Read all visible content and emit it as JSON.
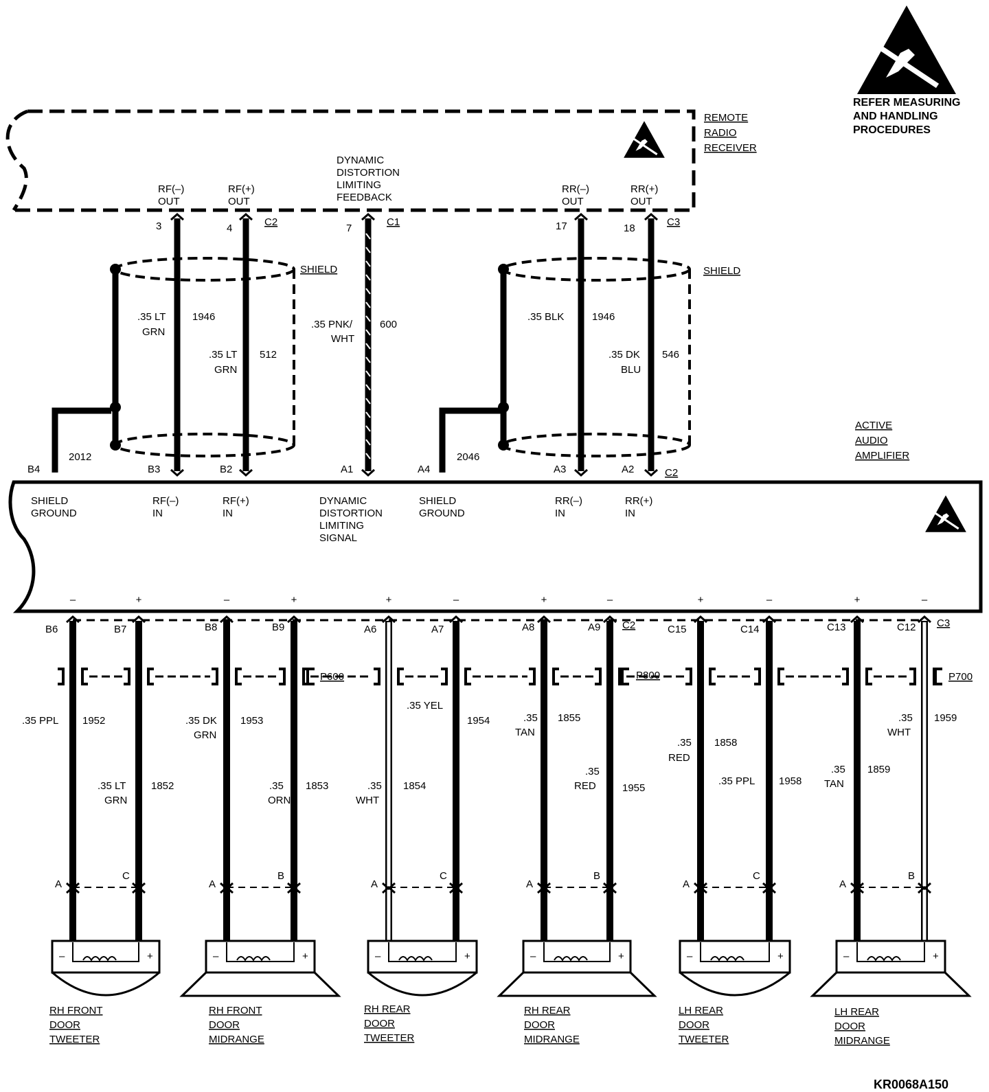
{
  "esd_notice": {
    "lines": [
      "REFER MEASURING",
      "AND HANDLING",
      "PROCEDURES"
    ]
  },
  "receiver": {
    "name_lines": [
      "REMOTE",
      "RADIO",
      "RECEIVER"
    ],
    "pins": [
      {
        "label": [
          "RF(–)",
          "OUT"
        ],
        "num": "3"
      },
      {
        "label": [
          "RF(+)",
          "OUT"
        ],
        "num": "4"
      },
      {
        "label": [
          "DYNAMIC",
          "DISTORTION",
          "LIMITING",
          "FEEDBACK"
        ],
        "num": "7"
      },
      {
        "label": [
          "RR(–)",
          "OUT"
        ],
        "num": "17"
      },
      {
        "label": [
          "RR(+)",
          "OUT"
        ],
        "num": "18"
      }
    ],
    "connectors": [
      "C2",
      "C1",
      "C3"
    ]
  },
  "front_wires": [
    {
      "size_color": [
        ".35 LT",
        "GRN"
      ],
      "circuit": "1946"
    },
    {
      "size_color": [
        ".35 LT",
        "GRN"
      ],
      "circuit": "512"
    },
    {
      "size_color": [
        ".35 PNK/",
        "WHT"
      ],
      "circuit": "600"
    },
    {
      "size_color": [
        ".35 BLK"
      ],
      "circuit": "1946"
    },
    {
      "size_color": [
        ".35 DK",
        "BLU"
      ],
      "circuit": "546"
    }
  ],
  "shield_label": "SHIELD",
  "shield_circuits": [
    "2012",
    "2046"
  ],
  "amplifier": {
    "name_lines": [
      "ACTIVE",
      "AUDIO",
      "AMPLIFIER"
    ],
    "top_pins": [
      "B4",
      "B3",
      "B2",
      "A1",
      "A4",
      "A3",
      "A2"
    ],
    "top_connector": "C2",
    "inputs": [
      [
        "SHIELD",
        "GROUND"
      ],
      [
        "RF(–)",
        "IN"
      ],
      [
        "RF(+)",
        "IN"
      ],
      [
        "DYNAMIC",
        "DISTORTION",
        "LIMITING",
        "SIGNAL"
      ],
      [
        "SHIELD",
        "GROUND"
      ],
      [
        "RR(–)",
        "IN"
      ],
      [
        "RR(+)",
        "IN"
      ]
    ],
    "polarity": [
      "–",
      "+",
      "–",
      "+",
      "+",
      "–",
      "+",
      "–",
      "+",
      "–",
      "+",
      "–"
    ],
    "bottom_pins": [
      "B6",
      "B7",
      "B8",
      "B9",
      "A6",
      "A7",
      "A8",
      "A9",
      "C15",
      "C14",
      "C13",
      "C12"
    ],
    "bottom_connectors": [
      "C2",
      "C3"
    ]
  },
  "inline_connectors": [
    "P600",
    "P800",
    "P700"
  ],
  "speaker_wires": [
    {
      "size_color": [
        ".35 PPL"
      ],
      "circuit": "1952"
    },
    {
      "size_color": [
        ".35 LT",
        "GRN"
      ],
      "circuit": "1852"
    },
    {
      "size_color": [
        ".35 DK",
        "GRN"
      ],
      "circuit": "1953"
    },
    {
      "size_color": [
        ".35",
        "ORN"
      ],
      "circuit": "1853"
    },
    {
      "size_color": [
        ".35",
        "WHT"
      ],
      "circuit": "1854"
    },
    {
      "size_color": [
        ".35 YEL"
      ],
      "circuit": "1954"
    },
    {
      "size_color": [
        ".35",
        "TAN"
      ],
      "circuit": "1855"
    },
    {
      "size_color": [
        ".35",
        "RED"
      ],
      "circuit": "1955"
    },
    {
      "size_color": [
        ".35",
        "RED"
      ],
      "circuit": "1858"
    },
    {
      "size_color": [
        ".35 PPL"
      ],
      "circuit": "1958"
    },
    {
      "size_color": [
        ".35",
        "TAN"
      ],
      "circuit": "1859"
    },
    {
      "size_color": [
        ".35",
        "WHT"
      ],
      "circuit": "1959"
    }
  ],
  "speakers": [
    {
      "name": [
        "RH FRONT",
        "DOOR",
        "TWEETER"
      ],
      "pins": [
        "A",
        "C"
      ]
    },
    {
      "name": [
        "RH FRONT",
        "DOOR",
        "MIDRANGE"
      ],
      "pins": [
        "A",
        "B"
      ]
    },
    {
      "name": [
        "RH REAR",
        "DOOR",
        "TWEETER"
      ],
      "pins": [
        "A",
        "C"
      ]
    },
    {
      "name": [
        "RH REAR",
        "DOOR",
        "MIDRANGE"
      ],
      "pins": [
        "A",
        "B"
      ]
    },
    {
      "name": [
        "LH REAR",
        "DOOR",
        "TWEETER"
      ],
      "pins": [
        "A",
        "C"
      ]
    },
    {
      "name": [
        "LH REAR",
        "DOOR",
        "MIDRANGE"
      ],
      "pins": [
        "A",
        "B"
      ]
    }
  ],
  "speaker_terminals": [
    "–",
    "+"
  ],
  "figure_code": "KR0068A150"
}
